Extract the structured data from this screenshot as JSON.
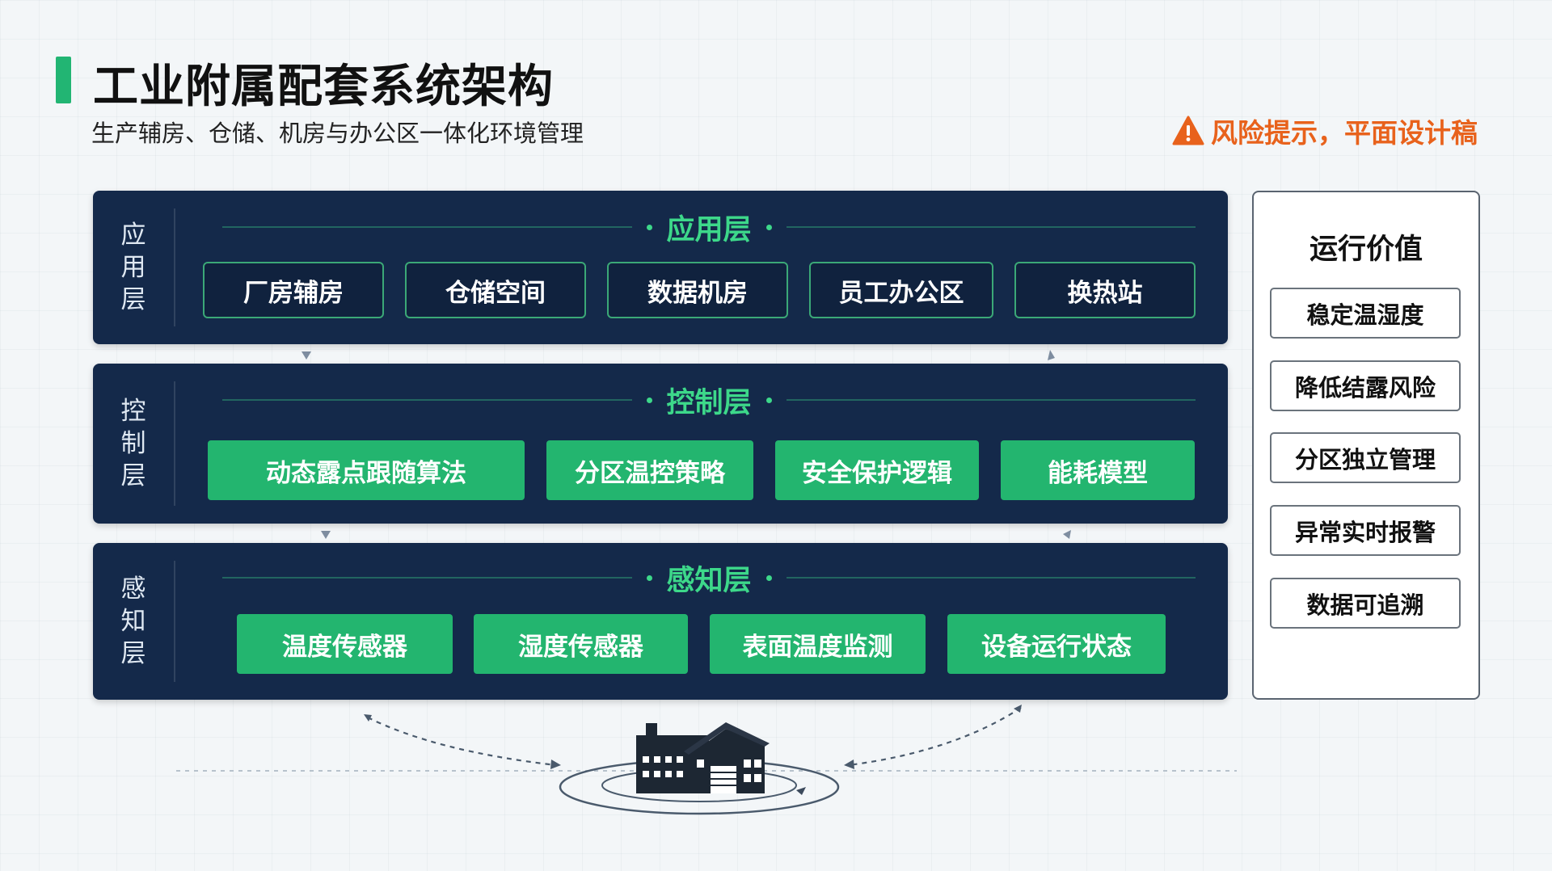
{
  "header": {
    "title": "工业附属配套系统架构",
    "subtitle": "生产辅房、仓储、机房与办公区一体化环境管理",
    "risk_note": "风险提示，平面设计稿"
  },
  "layers": {
    "application": {
      "side_label": "应用层",
      "heading": "应用层",
      "items": [
        "厂房辅房",
        "仓储空间",
        "数据机房",
        "员工办公区",
        "换热站"
      ]
    },
    "control": {
      "side_label": "控制层",
      "heading": "控制层",
      "items": [
        "动态露点跟随算法",
        "分区温控策略",
        "安全保护逻辑",
        "能耗模型"
      ]
    },
    "perception": {
      "side_label": "感知层",
      "heading": "感知层",
      "items": [
        "温度传感器",
        "湿度传感器",
        "表面温度监测",
        "设备运行状态"
      ]
    }
  },
  "value_panel": {
    "title": "运行价值",
    "items": [
      "稳定温湿度",
      "降低结露风险",
      "分区独立管理",
      "异常实时报警",
      "数据可追溯"
    ]
  },
  "icons": {
    "risk": "warning-icon",
    "factory": "factory-building-icon"
  },
  "colors": {
    "accent_green": "#23b56f",
    "heading_green": "#3dd88a",
    "layer_navy": "#14294a",
    "warning_orange": "#e8621c"
  }
}
